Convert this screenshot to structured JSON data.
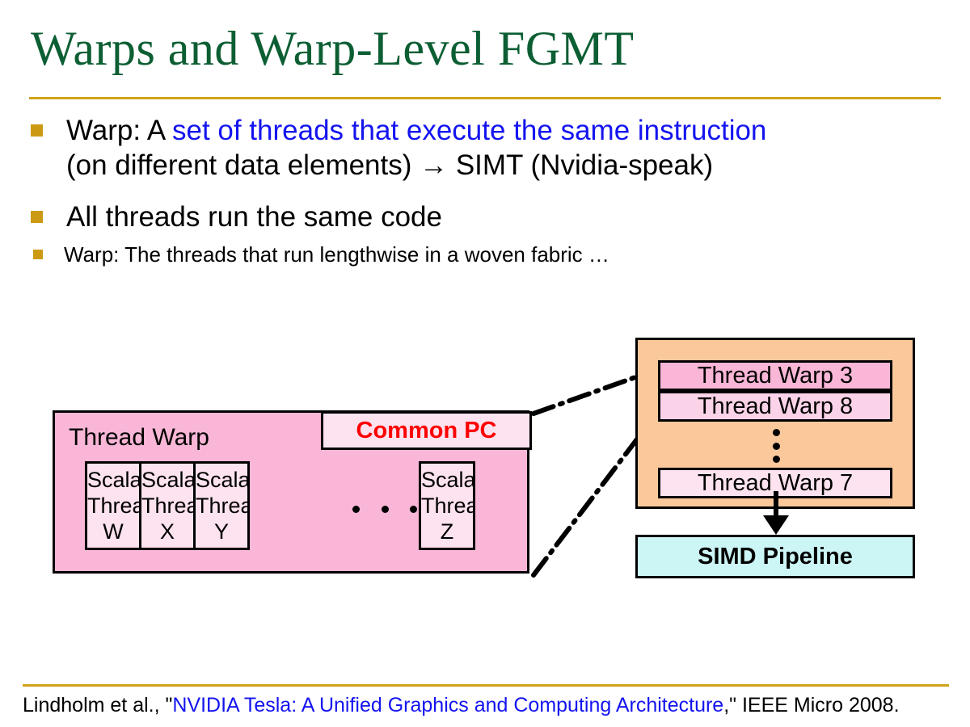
{
  "slide": {
    "title": "Warps and Warp-Level FGMT",
    "accent_color": "#d1a318",
    "title_color": "#0c5e33"
  },
  "bullets": [
    {
      "level": 1,
      "segments": [
        {
          "text": "Warp: A ",
          "color": "#000000"
        },
        {
          "text": "set of threads that execute the same instruction",
          "color": "#1414f0"
        }
      ],
      "line2": "(on different data elements) → SIMT (Nvidia-speak)"
    },
    {
      "level": 1,
      "text": "All threads run the same code"
    },
    {
      "level": 2,
      "text": "Warp: The threads that run lengthwise in a woven fabric …"
    }
  ],
  "diagram": {
    "warp_block": {
      "label": "Thread Warp",
      "common_pc": "Common PC",
      "fill": "#f9b6d6",
      "scalar_threads": [
        {
          "line1": "Scalar",
          "line2": "Thread",
          "line3": "W"
        },
        {
          "line1": "Scalar",
          "line2": "Thread",
          "line3": "X"
        },
        {
          "line1": "Scalar",
          "line2": "Thread",
          "line3": "Y"
        },
        {
          "line1": "Scalar",
          "line2": "Thread",
          "line3": "Z"
        }
      ]
    },
    "scheduler": {
      "fill": "#fac89a",
      "warps": [
        {
          "label": "Thread Warp 3",
          "fill": "#f9b6d6"
        },
        {
          "label": "Thread Warp 8",
          "fill": "#fbd3e8"
        },
        {
          "label": "Thread Warp 7",
          "fill": "#fde3ef"
        }
      ]
    },
    "simd_pipeline": {
      "label": "SIMD Pipeline",
      "fill": "#ccf5f5"
    }
  },
  "footer": {
    "prefix": "Lindholm et al., \"",
    "link": "NVIDIA Tesla: A Unified Graphics and Computing Architecture",
    "suffix": ",\" IEEE Micro 2008.",
    "link_color": "#1414f0"
  }
}
